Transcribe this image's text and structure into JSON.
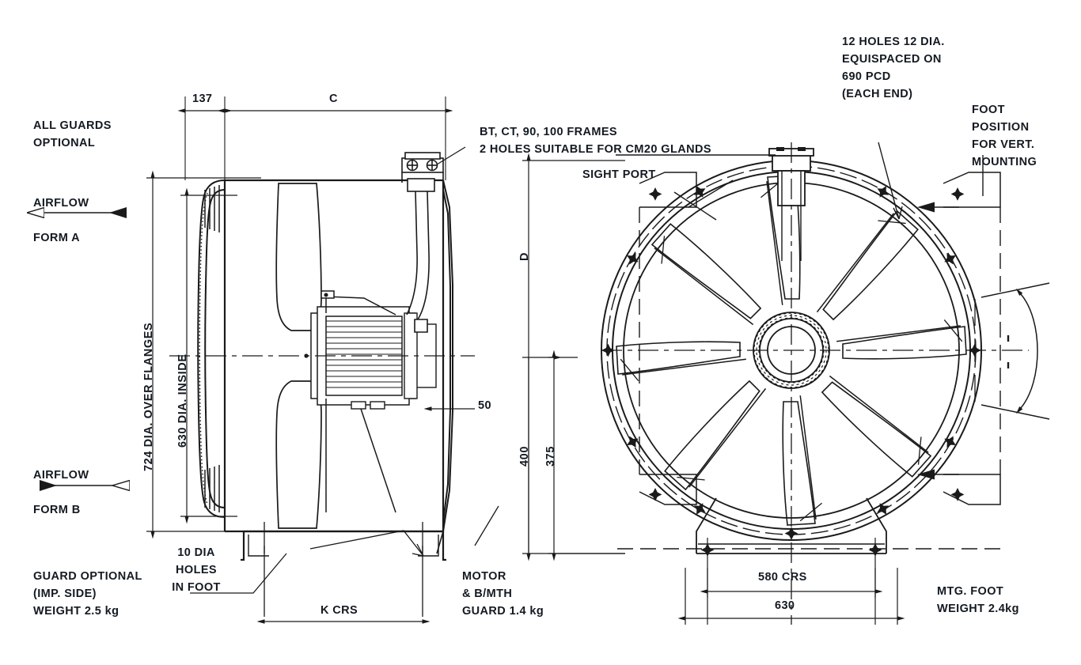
{
  "drawing": {
    "title": "Axial Flow Fan General Arrangement",
    "line_color": "#1a1a1a",
    "text_color": "#141a22",
    "background": "#ffffff"
  },
  "notes": {
    "all_guards_optional": "ALL GUARDS\nOPTIONAL",
    "airflow_form_a_label": "AIRFLOW",
    "form_a": "FORM A",
    "airflow_form_b_label": "AIRFLOW",
    "form_b": "FORM B",
    "guard_optional": "GUARD OPTIONAL\n(IMP. SIDE)\nWEIGHT 2.5 kg",
    "ten_dia_holes": "10 DIA\nHOLES\nIN FOOT",
    "motor_guard": "MOTOR\n& B/MTH\nGUARD 1.4 kg",
    "frames_glands": "BT, CT, 90, 100 FRAMES\n2 HOLES SUITABLE FOR CM20 GLANDS",
    "sight_port": "SIGHT PORT",
    "twelve_holes": "12 HOLES 12 DIA.\nEQUISPACED ON\n690 PCD\n(EACH END)",
    "foot_position": "FOOT\nPOSITION\nFOR VERT.\nMOUNTING",
    "mtg_foot_weight": "MTG. FOOT\nWEIGHT 2.4kg"
  },
  "dimensions": {
    "d137": "137",
    "dC": "C",
    "d724": "724 DIA. OVER FLANGES",
    "d630_inside": "630 DIA. INSIDE",
    "d50": "50",
    "dK": "K CRS",
    "dD": "D",
    "d400": "400",
    "d375": "375",
    "d580": "580 CRS",
    "d630": "630"
  }
}
